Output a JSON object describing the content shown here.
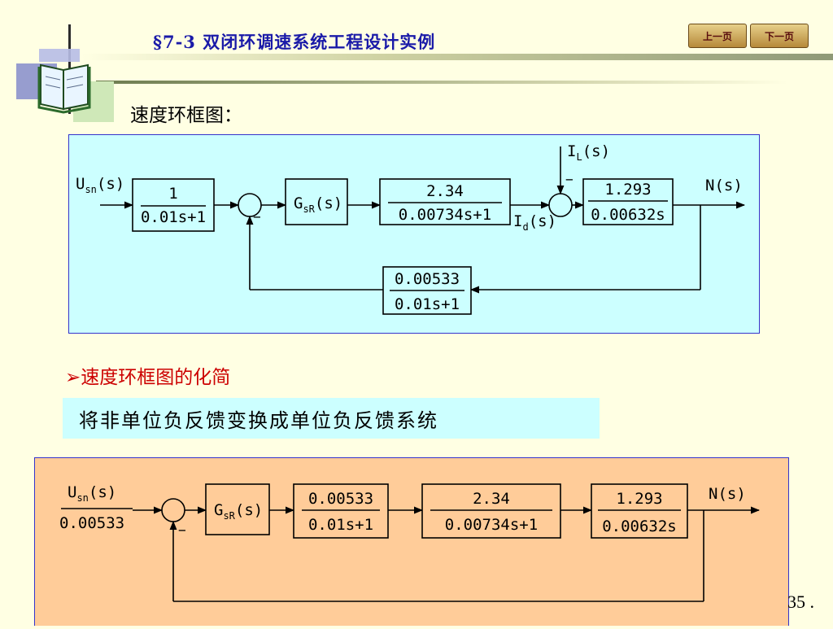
{
  "header": {
    "title": "§7-3 双闭环调速系统工程设计实例",
    "prev_label": "上一页",
    "next_label": "下一页"
  },
  "section_label": "速度环框图：",
  "diagram1": {
    "input": {
      "main": "U",
      "sub": "sn",
      "rest": "(s)"
    },
    "block1": {
      "num": "1",
      "den": "0.01s+1"
    },
    "controller": {
      "main": "G",
      "sub": "sR",
      "rest": "(s)"
    },
    "block2": {
      "num": "2.34",
      "den": "0.00734s+1"
    },
    "block3": {
      "num": "1.293",
      "den": "0.00632s"
    },
    "feedback": {
      "num": "0.00533",
      "den": "0.01s+1"
    },
    "load_input": {
      "main": "I",
      "sub": "L",
      "rest": "(s)"
    },
    "current_signal": {
      "main": "I",
      "sub": "d",
      "rest": "(s)"
    },
    "output": "N(s)",
    "minus_sign": "−"
  },
  "bullet": "➢速度环框图的化简",
  "highlight": "将非单位负反馈变换成单位负反馈系统",
  "diagram2": {
    "input_num": {
      "main": "U",
      "sub": "sn",
      "rest": "(s)"
    },
    "input_den": "0.00533",
    "controller": {
      "main": "G",
      "sub": "sR",
      "rest": "(s)"
    },
    "block1": {
      "num": "0.00533",
      "den": "0.01s+1"
    },
    "block2": {
      "num": "2.34",
      "den": "0.00734s+1"
    },
    "block3": {
      "num": "1.293",
      "den": "0.00632s"
    },
    "output": "N(s)",
    "minus_sign": "−"
  },
  "page_number": "35 ."
}
